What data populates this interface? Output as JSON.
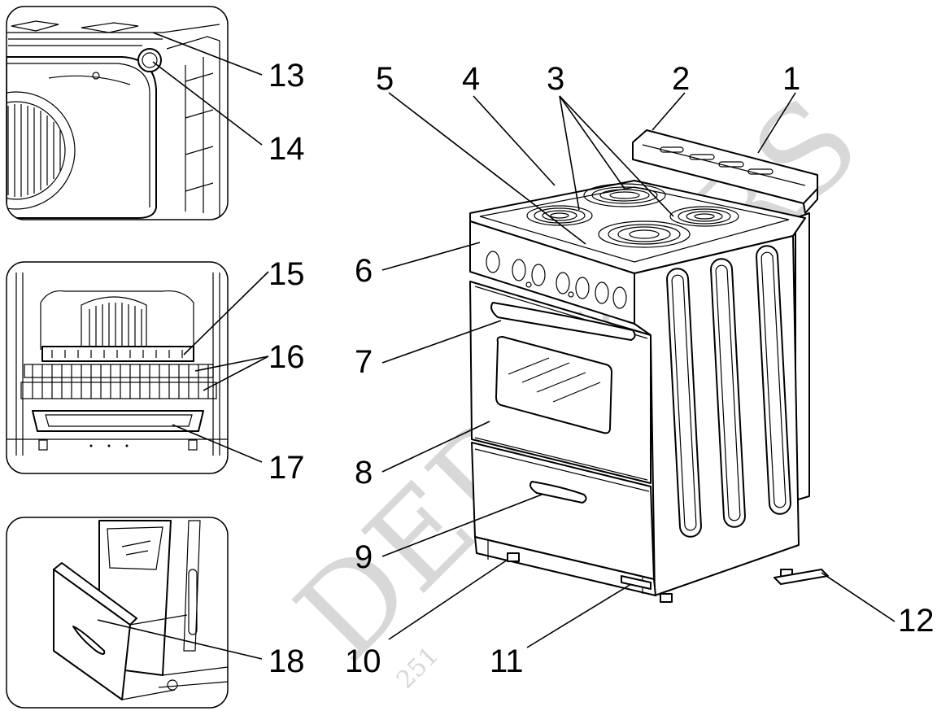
{
  "callouts": [
    {
      "id": "1",
      "label": "1"
    },
    {
      "id": "2",
      "label": "2"
    },
    {
      "id": "3",
      "label": "3"
    },
    {
      "id": "4",
      "label": "4"
    },
    {
      "id": "5",
      "label": "5"
    },
    {
      "id": "6",
      "label": "6"
    },
    {
      "id": "7",
      "label": "7"
    },
    {
      "id": "8",
      "label": "8"
    },
    {
      "id": "9",
      "label": "9"
    },
    {
      "id": "10",
      "label": "10"
    },
    {
      "id": "11",
      "label": "11"
    },
    {
      "id": "12",
      "label": "12"
    },
    {
      "id": "13",
      "label": "13"
    },
    {
      "id": "14",
      "label": "14"
    },
    {
      "id": "15",
      "label": "15"
    },
    {
      "id": "16",
      "label": "16"
    },
    {
      "id": "17",
      "label": "17"
    },
    {
      "id": "18",
      "label": "18"
    }
  ],
  "watermark": {
    "text": "DEDEKERS",
    "small_text": "251"
  }
}
